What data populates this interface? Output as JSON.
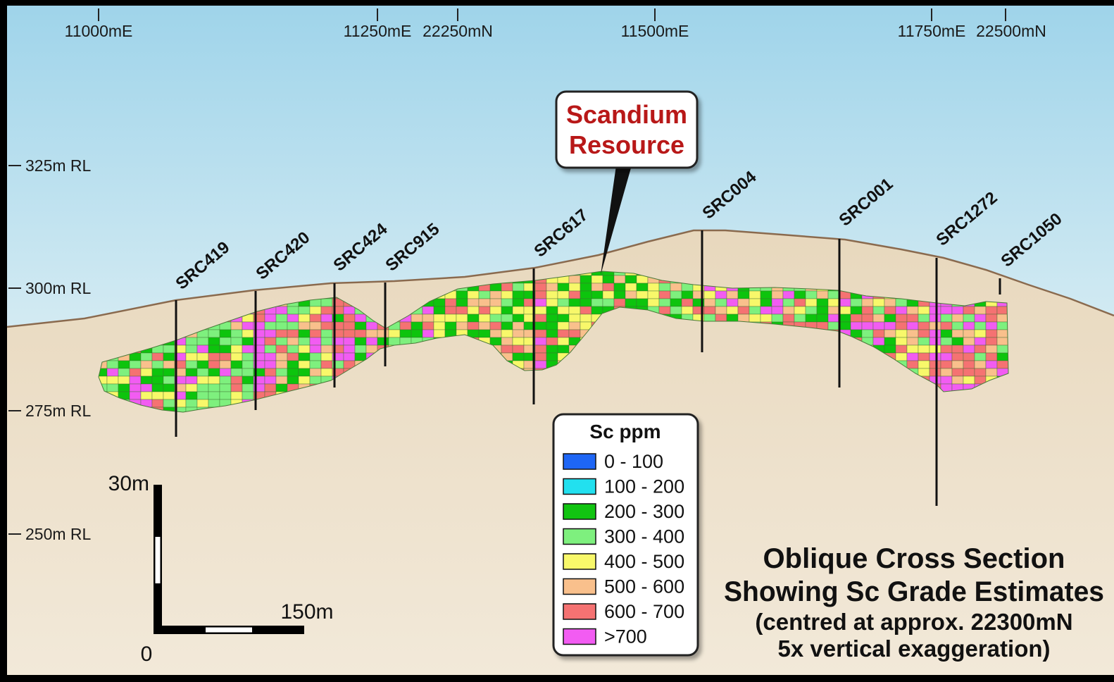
{
  "top_axis": {
    "ticks": [
      "11000mE",
      "11250mE",
      "22250mN",
      "11500mE",
      "11750mE",
      "22500mN"
    ]
  },
  "rl_axis": {
    "ticks": [
      "325m RL",
      "300m RL",
      "275m RL",
      "250m RL"
    ]
  },
  "drillholes": [
    "SRC419",
    "SRC420",
    "SRC424",
    "SRC915",
    "SRC617",
    "SRC004",
    "SRC001",
    "SRC1272",
    "SRC1050"
  ],
  "callout": {
    "line1": "Scandium",
    "line2": "Resource"
  },
  "legend": {
    "title": "Sc ppm",
    "items": [
      {
        "label": "0 - 100",
        "color": "#1e66f5"
      },
      {
        "label": "100 - 200",
        "color": "#22e0ef"
      },
      {
        "label": "200 - 300",
        "color": "#11c411"
      },
      {
        "label": "300 - 400",
        "color": "#7ef07e"
      },
      {
        "label": "400 - 500",
        "color": "#f8f86a"
      },
      {
        "label": "500 - 600",
        "color": "#f9c08c"
      },
      {
        "label": "600 - 700",
        "color": "#f57272"
      },
      {
        "label": ">700",
        "color": "#f25cf2"
      }
    ]
  },
  "scale_bar": {
    "vertical": "30m",
    "horizontal": "150m",
    "origin": "0"
  },
  "title": {
    "line1": "Oblique Cross Section",
    "line2": "Showing Sc Grade Estimates",
    "line3": "(centred at approx. 22300mN",
    "line4": "5x vertical exaggeration)"
  },
  "colors": {
    "sky_top": "#9fd4ea",
    "sky_bottom": "#f4f2e9",
    "ground": "#e6d6bd",
    "surface_line": "#8a6a4e",
    "frame": "#000000",
    "title_red": "#b81818"
  }
}
